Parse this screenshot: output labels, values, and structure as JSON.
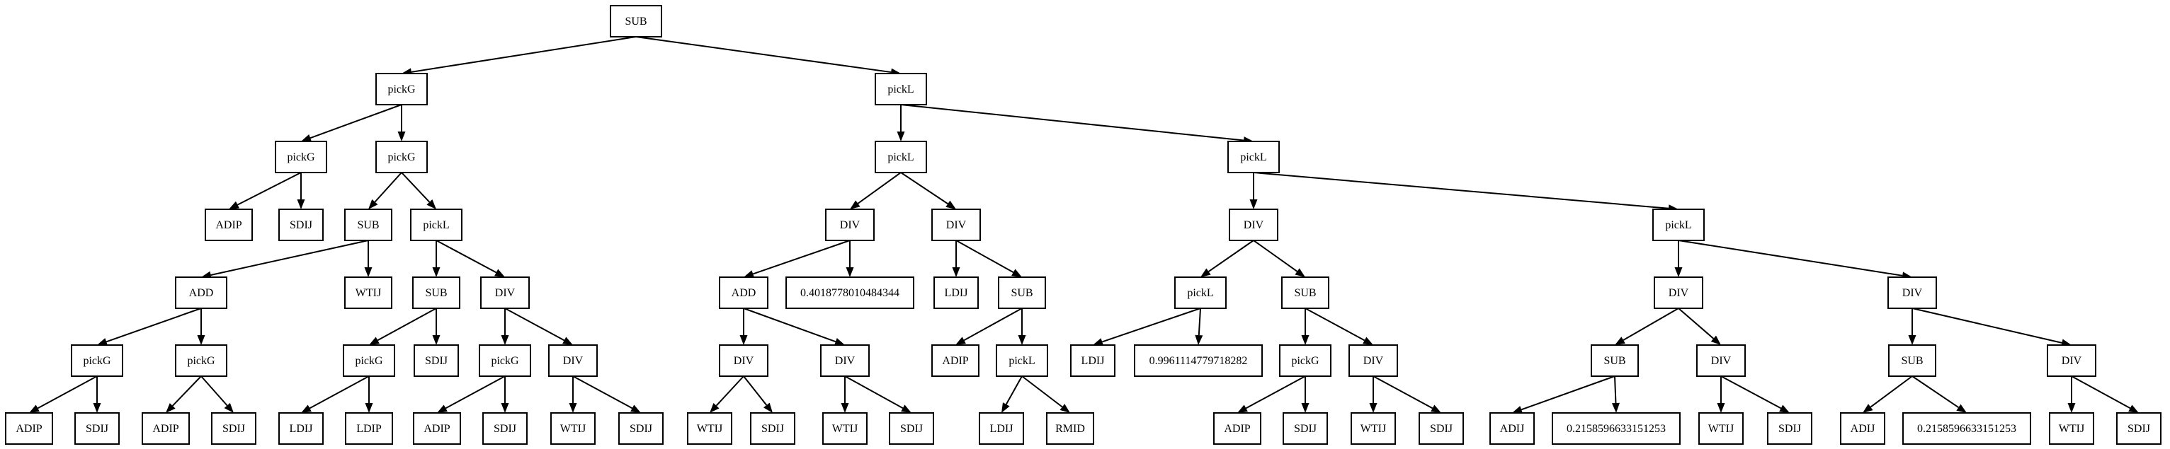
{
  "diagram": {
    "type": "tree",
    "root": "n0",
    "nodes": [
      {
        "id": "n0",
        "label": "SUB"
      },
      {
        "id": "n1",
        "label": "pickG"
      },
      {
        "id": "n2",
        "label": "pickL"
      },
      {
        "id": "n3",
        "label": "pickG"
      },
      {
        "id": "n4",
        "label": "pickG"
      },
      {
        "id": "n5",
        "label": "ADIP"
      },
      {
        "id": "n6",
        "label": "SDIJ"
      },
      {
        "id": "n7",
        "label": "SUB"
      },
      {
        "id": "n8",
        "label": "pickL"
      },
      {
        "id": "n9",
        "label": "ADD"
      },
      {
        "id": "n10",
        "label": "WTIJ"
      },
      {
        "id": "n11",
        "label": "pickG"
      },
      {
        "id": "n12",
        "label": "pickG"
      },
      {
        "id": "n13",
        "label": "ADIP"
      },
      {
        "id": "n14",
        "label": "SDIJ"
      },
      {
        "id": "n15",
        "label": "ADIP"
      },
      {
        "id": "n16",
        "label": "SDIJ"
      },
      {
        "id": "n17",
        "label": "SUB"
      },
      {
        "id": "n18",
        "label": "DIV"
      },
      {
        "id": "n19",
        "label": "pickG"
      },
      {
        "id": "n20",
        "label": "SDIJ"
      },
      {
        "id": "n21",
        "label": "LDIJ"
      },
      {
        "id": "n22",
        "label": "LDIP"
      },
      {
        "id": "n23",
        "label": "pickG"
      },
      {
        "id": "n24",
        "label": "DIV"
      },
      {
        "id": "n25",
        "label": "ADIP"
      },
      {
        "id": "n26",
        "label": "SDIJ"
      },
      {
        "id": "n27",
        "label": "WTIJ"
      },
      {
        "id": "n28",
        "label": "SDIJ"
      },
      {
        "id": "n29",
        "label": "pickL"
      },
      {
        "id": "n30",
        "label": "pickL"
      },
      {
        "id": "n31",
        "label": "DIV"
      },
      {
        "id": "n32",
        "label": "DIV"
      },
      {
        "id": "n33",
        "label": "ADD"
      },
      {
        "id": "n34",
        "label": "0.4018778010484344"
      },
      {
        "id": "n35",
        "label": "DIV"
      },
      {
        "id": "n36",
        "label": "DIV"
      },
      {
        "id": "n37",
        "label": "WTIJ"
      },
      {
        "id": "n38",
        "label": "SDIJ"
      },
      {
        "id": "n39",
        "label": "WTIJ"
      },
      {
        "id": "n40",
        "label": "SDIJ"
      },
      {
        "id": "n41",
        "label": "LDIJ"
      },
      {
        "id": "n42",
        "label": "SUB"
      },
      {
        "id": "n43",
        "label": "ADIP"
      },
      {
        "id": "n44",
        "label": "pickL"
      },
      {
        "id": "n45",
        "label": "LDIJ"
      },
      {
        "id": "n46",
        "label": "RMID"
      },
      {
        "id": "n47",
        "label": "DIV"
      },
      {
        "id": "n48",
        "label": "pickL"
      },
      {
        "id": "n49",
        "label": "pickL"
      },
      {
        "id": "n50",
        "label": "SUB"
      },
      {
        "id": "n51",
        "label": "LDIJ"
      },
      {
        "id": "n52",
        "label": "0.9961114779718282"
      },
      {
        "id": "n53",
        "label": "pickG"
      },
      {
        "id": "n54",
        "label": "DIV"
      },
      {
        "id": "n55",
        "label": "ADIP"
      },
      {
        "id": "n56",
        "label": "SDIJ"
      },
      {
        "id": "n57",
        "label": "WTIJ"
      },
      {
        "id": "n58",
        "label": "SDIJ"
      },
      {
        "id": "n59",
        "label": "DIV"
      },
      {
        "id": "n60",
        "label": "DIV"
      },
      {
        "id": "n61",
        "label": "SUB"
      },
      {
        "id": "n62",
        "label": "DIV"
      },
      {
        "id": "n63",
        "label": "ADIJ"
      },
      {
        "id": "n64",
        "label": "0.2158596633151253"
      },
      {
        "id": "n65",
        "label": "WTIJ"
      },
      {
        "id": "n66",
        "label": "SDIJ"
      },
      {
        "id": "n67",
        "label": "SUB"
      },
      {
        "id": "n68",
        "label": "DIV"
      },
      {
        "id": "n69",
        "label": "ADIJ"
      },
      {
        "id": "n70",
        "label": "0.2158596633151253"
      },
      {
        "id": "n71",
        "label": "WTIJ"
      },
      {
        "id": "n72",
        "label": "SDIJ"
      }
    ],
    "edges": [
      {
        "from": "n0",
        "to": "n1"
      },
      {
        "from": "n0",
        "to": "n2"
      },
      {
        "from": "n1",
        "to": "n3"
      },
      {
        "from": "n1",
        "to": "n4"
      },
      {
        "from": "n3",
        "to": "n5"
      },
      {
        "from": "n3",
        "to": "n6"
      },
      {
        "from": "n4",
        "to": "n7"
      },
      {
        "from": "n4",
        "to": "n8"
      },
      {
        "from": "n7",
        "to": "n9"
      },
      {
        "from": "n7",
        "to": "n10"
      },
      {
        "from": "n9",
        "to": "n11"
      },
      {
        "from": "n9",
        "to": "n12"
      },
      {
        "from": "n11",
        "to": "n13"
      },
      {
        "from": "n11",
        "to": "n14"
      },
      {
        "from": "n12",
        "to": "n15"
      },
      {
        "from": "n12",
        "to": "n16"
      },
      {
        "from": "n8",
        "to": "n17"
      },
      {
        "from": "n8",
        "to": "n18"
      },
      {
        "from": "n17",
        "to": "n19"
      },
      {
        "from": "n17",
        "to": "n20"
      },
      {
        "from": "n19",
        "to": "n21"
      },
      {
        "from": "n19",
        "to": "n22"
      },
      {
        "from": "n18",
        "to": "n23"
      },
      {
        "from": "n18",
        "to": "n24"
      },
      {
        "from": "n23",
        "to": "n25"
      },
      {
        "from": "n23",
        "to": "n26"
      },
      {
        "from": "n24",
        "to": "n27"
      },
      {
        "from": "n24",
        "to": "n28"
      },
      {
        "from": "n2",
        "to": "n29"
      },
      {
        "from": "n2",
        "to": "n30"
      },
      {
        "from": "n29",
        "to": "n31"
      },
      {
        "from": "n29",
        "to": "n32"
      },
      {
        "from": "n31",
        "to": "n33"
      },
      {
        "from": "n31",
        "to": "n34"
      },
      {
        "from": "n33",
        "to": "n35"
      },
      {
        "from": "n33",
        "to": "n36"
      },
      {
        "from": "n35",
        "to": "n37"
      },
      {
        "from": "n35",
        "to": "n38"
      },
      {
        "from": "n36",
        "to": "n39"
      },
      {
        "from": "n36",
        "to": "n40"
      },
      {
        "from": "n32",
        "to": "n41"
      },
      {
        "from": "n32",
        "to": "n42"
      },
      {
        "from": "n42",
        "to": "n43"
      },
      {
        "from": "n42",
        "to": "n44"
      },
      {
        "from": "n44",
        "to": "n45"
      },
      {
        "from": "n44",
        "to": "n46"
      },
      {
        "from": "n30",
        "to": "n47"
      },
      {
        "from": "n30",
        "to": "n48"
      },
      {
        "from": "n47",
        "to": "n49"
      },
      {
        "from": "n47",
        "to": "n50"
      },
      {
        "from": "n49",
        "to": "n51"
      },
      {
        "from": "n49",
        "to": "n52"
      },
      {
        "from": "n50",
        "to": "n53"
      },
      {
        "from": "n50",
        "to": "n54"
      },
      {
        "from": "n53",
        "to": "n55"
      },
      {
        "from": "n53",
        "to": "n56"
      },
      {
        "from": "n54",
        "to": "n57"
      },
      {
        "from": "n54",
        "to": "n58"
      },
      {
        "from": "n48",
        "to": "n59"
      },
      {
        "from": "n48",
        "to": "n60"
      },
      {
        "from": "n59",
        "to": "n61"
      },
      {
        "from": "n59",
        "to": "n62"
      },
      {
        "from": "n61",
        "to": "n63"
      },
      {
        "from": "n61",
        "to": "n64"
      },
      {
        "from": "n62",
        "to": "n65"
      },
      {
        "from": "n62",
        "to": "n66"
      },
      {
        "from": "n60",
        "to": "n67"
      },
      {
        "from": "n60",
        "to": "n68"
      },
      {
        "from": "n67",
        "to": "n69"
      },
      {
        "from": "n67",
        "to": "n70"
      },
      {
        "from": "n68",
        "to": "n71"
      },
      {
        "from": "n68",
        "to": "n72"
      }
    ]
  }
}
